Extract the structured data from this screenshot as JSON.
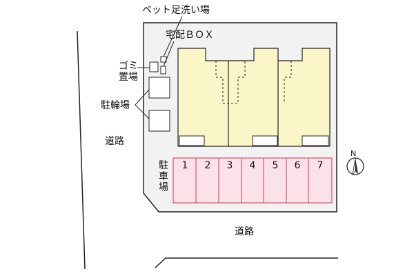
{
  "labels": {
    "pet_wash": "ペット足洗い場",
    "delivery_box": "宅配ＢＯＸ",
    "garbage": "ゴミ置場",
    "bicycle_parking": "駐輪場",
    "road_left": "道路",
    "road_bottom": "道路",
    "parking": "駐車場",
    "north": "N"
  },
  "parking_slots": [
    "1",
    "2",
    "3",
    "4",
    "5",
    "6",
    "7"
  ],
  "colors": {
    "building_fill": "#fbf6c8",
    "parking_fill": "#fbe1e8",
    "parking_stroke": "#e05a7a",
    "site_fill": "#f2f2f2",
    "line": "#222222"
  },
  "icons": {
    "north_arrow": "compass-north-icon"
  }
}
